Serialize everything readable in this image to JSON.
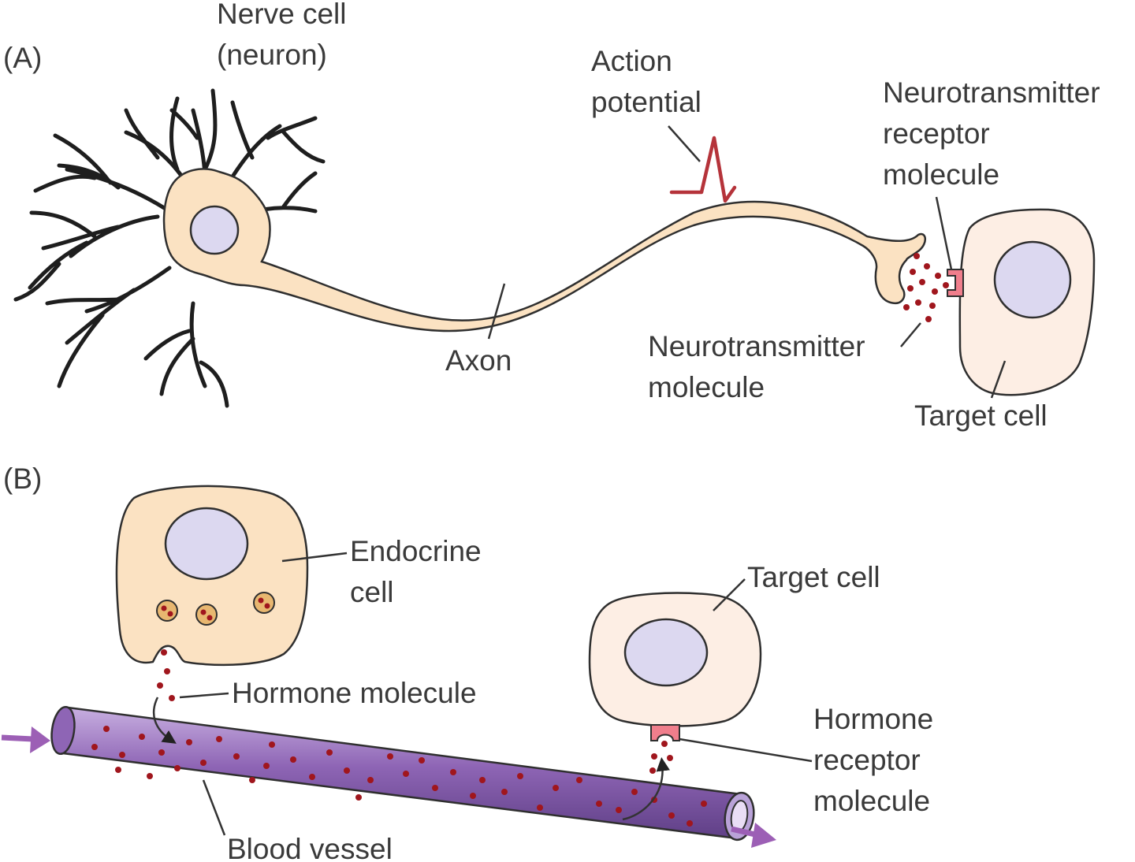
{
  "panel_a": {
    "panel_label": "(A)",
    "nerve_cell_label": [
      "Nerve cell",
      "(neuron)"
    ],
    "action_potential_label": [
      "Action",
      "potential"
    ],
    "nt_receptor_label": [
      "Neurotransmitter",
      "receptor",
      "molecule"
    ],
    "axon_label": "Axon",
    "nt_molecule_label": [
      "Neurotransmitter",
      "molecule"
    ],
    "target_cell_label": "Target cell"
  },
  "panel_b": {
    "panel_label": "(B)",
    "endocrine_label": [
      "Endocrine",
      "cell"
    ],
    "target_cell_label": "Target cell",
    "hormone_molecule_label": "Hormone molecule",
    "hormone_receptor_label": [
      "Hormone",
      "receptor",
      "molecule"
    ],
    "blood_vessel_label": "Blood vessel"
  },
  "colors": {
    "cytoplasm": "#fbe2c2",
    "target_cytoplasm": "#fdeee4",
    "nucleus": "#dcd8f0",
    "molecule": "#a0161d",
    "receptor": "#f07e8c",
    "action_potential": "#b5333a",
    "vessel": "#8e65b5",
    "flow_arrow": "#9c5fb5"
  }
}
